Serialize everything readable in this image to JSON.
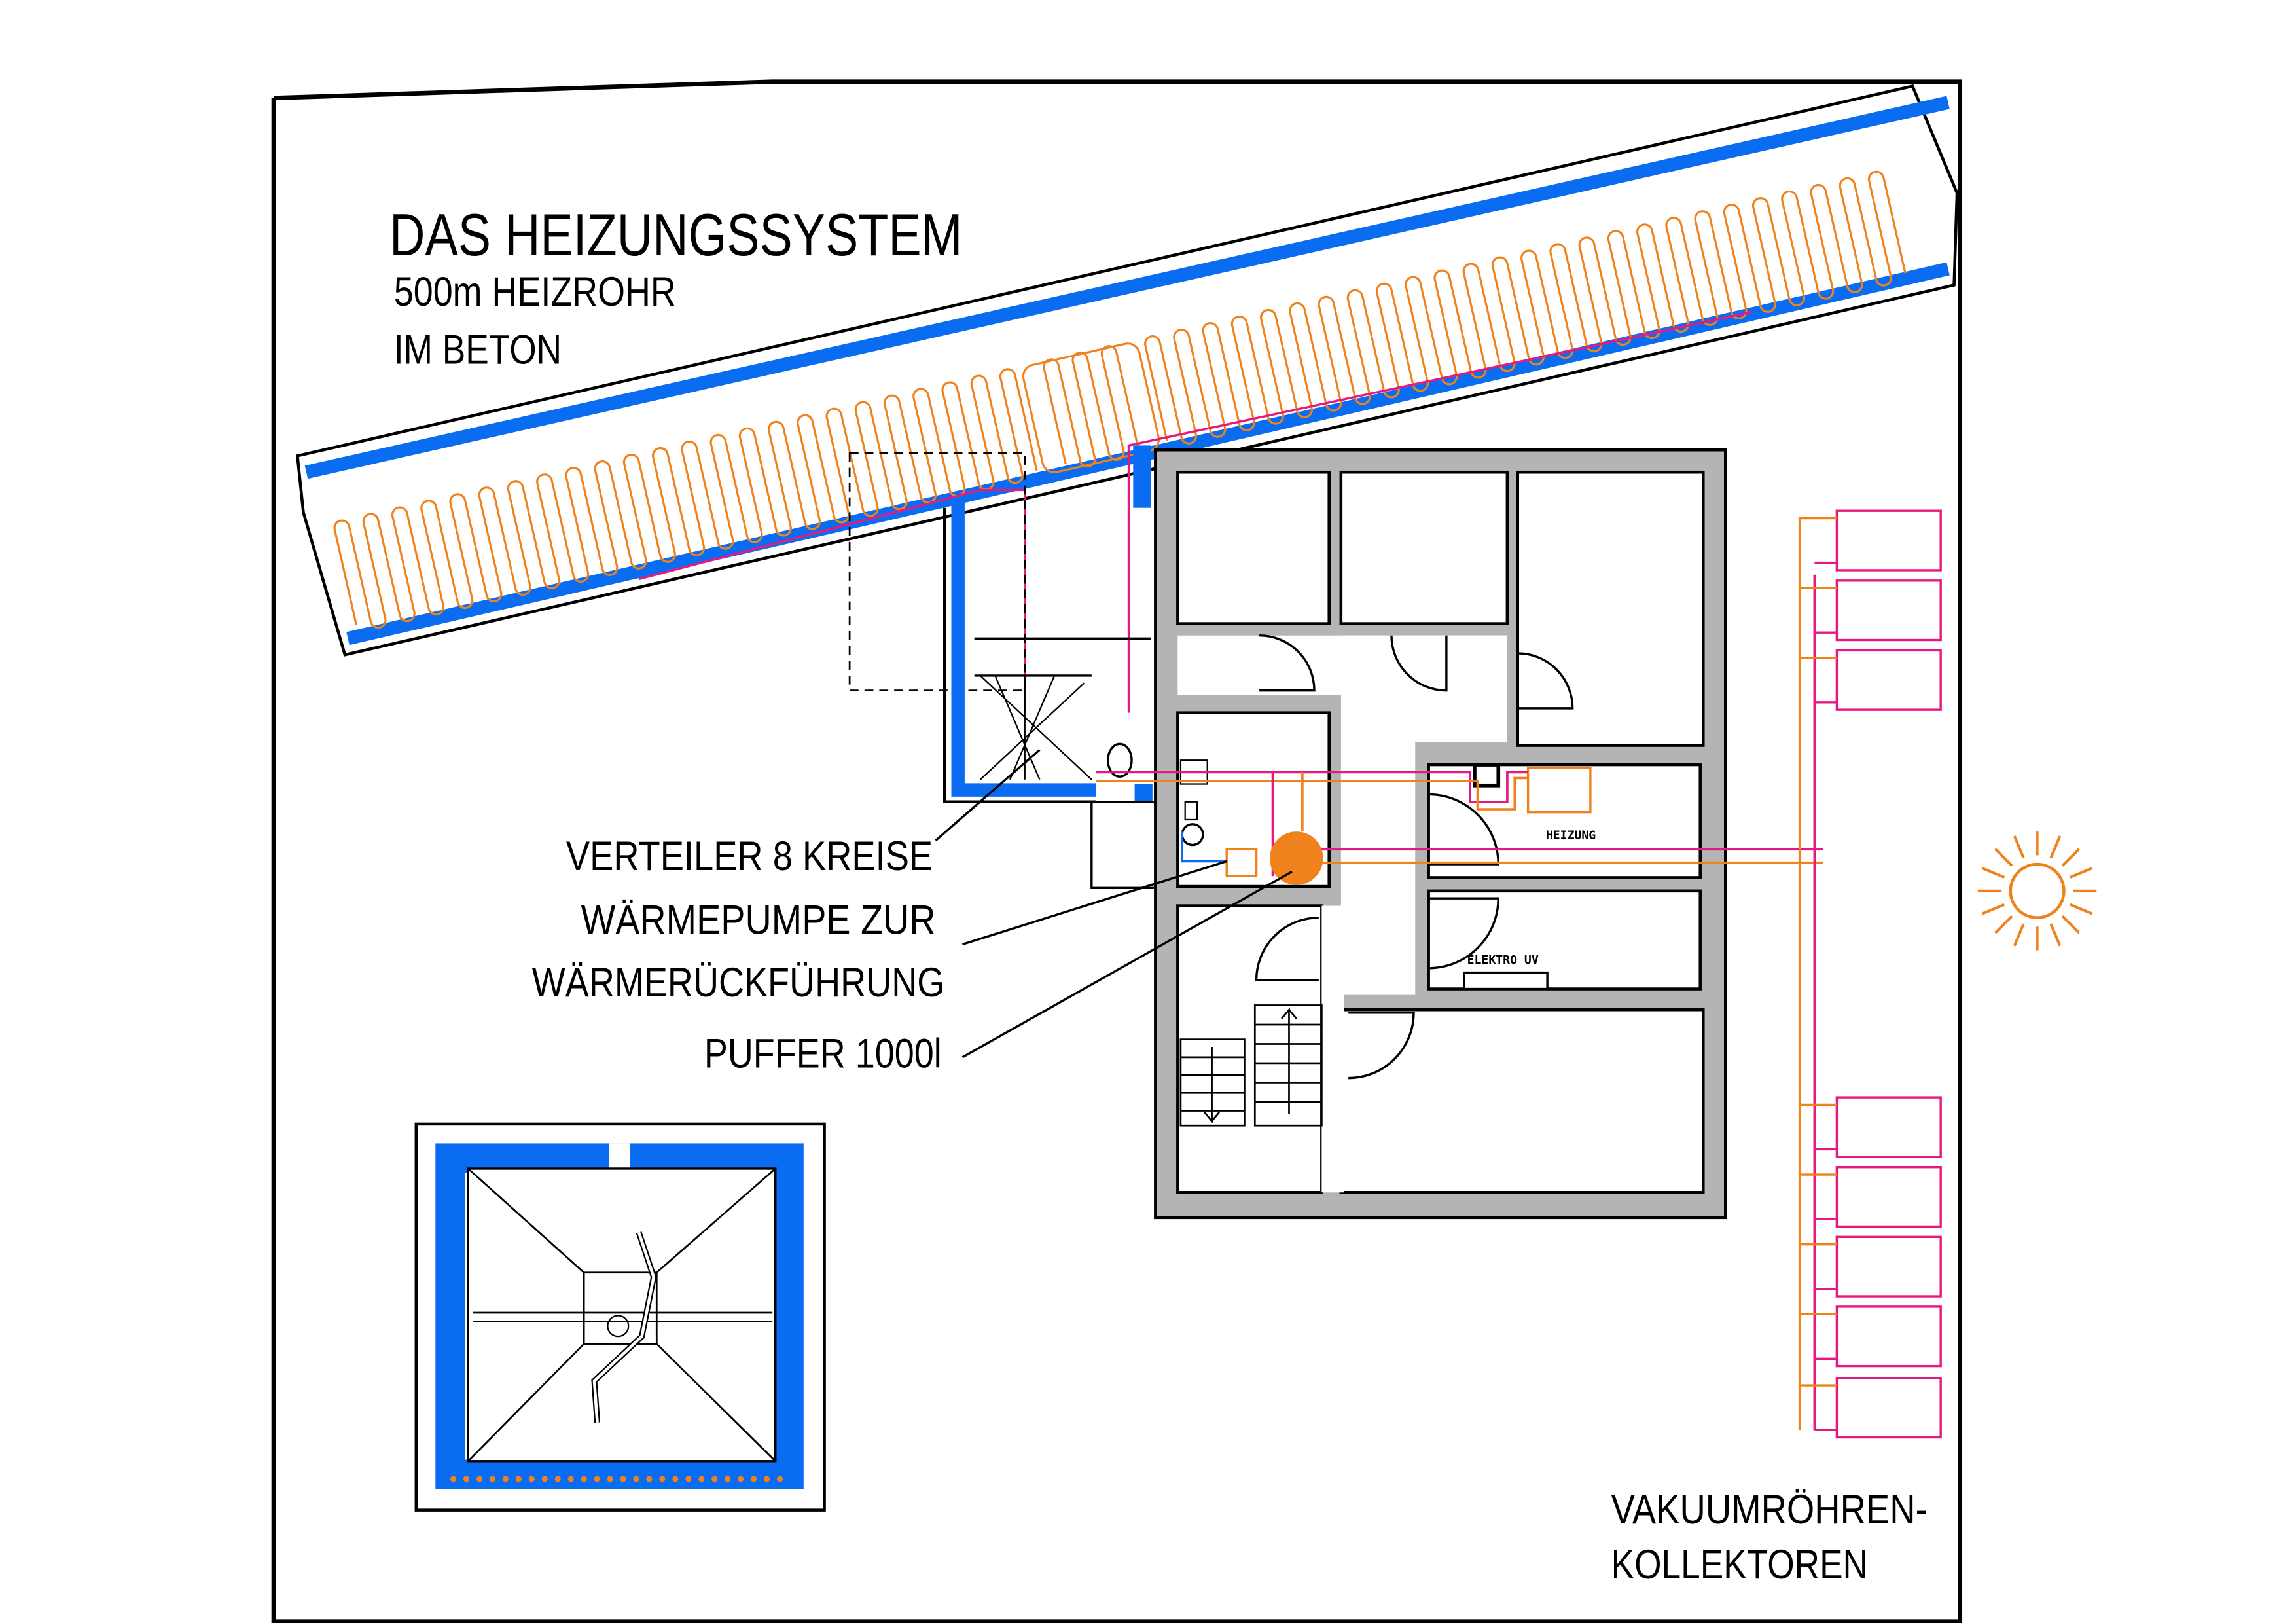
{
  "title": "DAS HEIZUNGSSYSTEM",
  "subtitle_line1": "500m HEIZROHR",
  "subtitle_line2": "IM BETON",
  "labels": {
    "verteiler": "VERTEILER 8 KREISE",
    "waermepumpe_1": "WÄRMEPUMPE  ZUR",
    "waermepumpe_2": "WÄRMERÜCKFÜHRUNG",
    "puffer": "PUFFER 1000l",
    "kollektoren_1": "VAKUUMRÖHREN-",
    "kollektoren_2": "KOLLEKTOREN",
    "heizung_room": "HEIZUNG",
    "elektro_room": "ELEKTRO UV"
  },
  "colors": {
    "insulation": "#0a6cf0",
    "heating_pipe": "#f0821e",
    "supply_pipe": "#e6197f",
    "wall": "#b4b4b4"
  },
  "collector_count": 8
}
